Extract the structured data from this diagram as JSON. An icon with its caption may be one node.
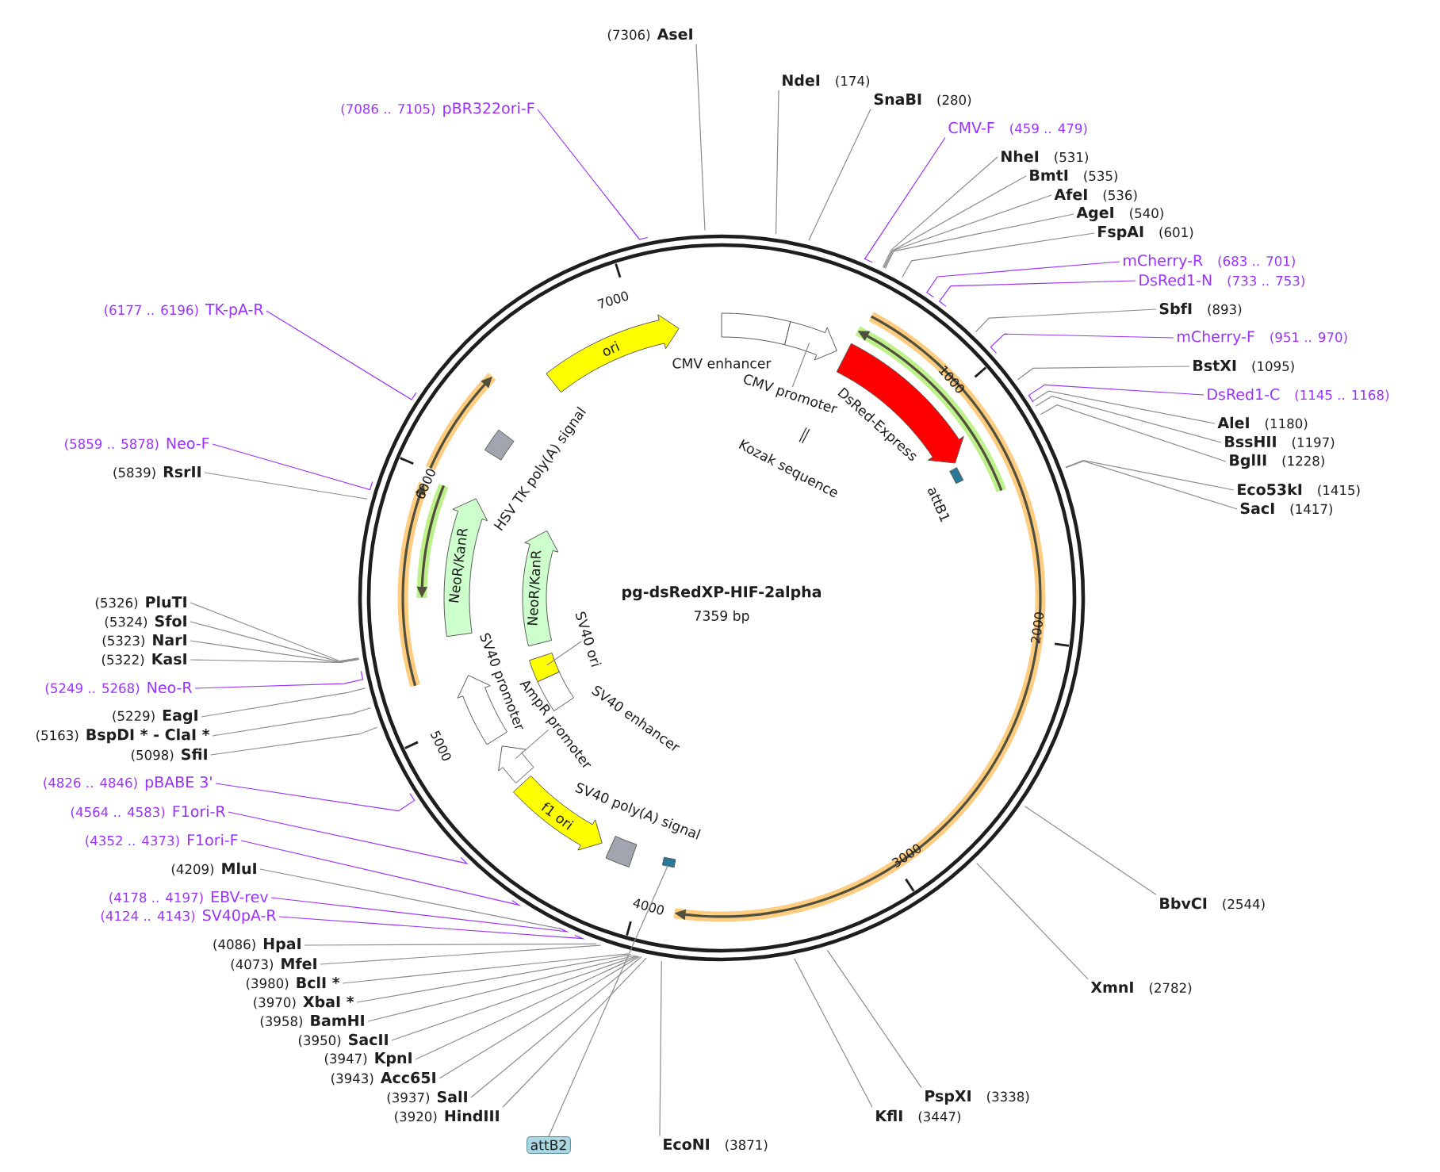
{
  "diagram": {
    "title": "pg-dsRedXP-HIF-2alpha",
    "nodes": [
      {
        "text": [
          "(7306)",
          "AseI"
        ]
      },
      {
        "text": [
          "NdeI",
          "(174)"
        ]
      },
      {
        "text": [
          "SnaBI",
          "(280)"
        ]
      },
      {
        "text": [
          "CMV-F",
          "(459 .. 479)"
        ]
      },
      {
        "text": [
          "NheI",
          "(531)"
        ]
      },
      {
        "text": [
          "BmtI",
          "(535)"
        ]
      },
      {
        "text": [
          "AfeI",
          "(536)"
        ]
      },
      {
        "text": [
          "AgeI",
          "(540)"
        ]
      },
      {
        "text": [
          "FspAI",
          "(601)"
        ]
      },
      {
        "text": [
          "mCherry-R",
          "(683 .. 701)"
        ]
      },
      {
        "text": [
          "DsRed1-N",
          "(733 .. 753)"
        ]
      },
      {
        "text": [
          "SbfI",
          "(893)"
        ]
      },
      {
        "text": [
          "mCherry-F",
          "(951 .. 970)"
        ]
      },
      {
        "text": [
          "BstXI",
          "(1095)"
        ]
      },
      {
        "text": [
          "DsRed1-C",
          "(1145 .. 1168)"
        ]
      },
      {
        "text": [
          "AleI",
          "(1180)"
        ]
      },
      {
        "text": [
          "BssHII",
          "(1197)"
        ]
      },
      {
        "text": [
          "BglII",
          "(1228)"
        ]
      },
      {
        "text": [
          "Eco53kI",
          "(1415)"
        ]
      },
      {
        "text": [
          "SacI",
          "(1417)"
        ]
      },
      {
        "text": [
          "BbvCI",
          "(2544)"
        ]
      },
      {
        "text": [
          "XmnI",
          "(2782)"
        ]
      },
      {
        "text": [
          "PspXI",
          "(3338)"
        ]
      },
      {
        "text": [
          "KflI",
          "(3447)"
        ]
      },
      {
        "text": [
          "EcoNI",
          "(3871)"
        ]
      },
      {
        "text": [
          "attB2"
        ]
      },
      {
        "text": [
          "(3920)",
          "HindIII"
        ]
      },
      {
        "text": [
          "(3937)",
          "SalI"
        ]
      },
      {
        "text": [
          "(3943)",
          "Acc65I"
        ]
      },
      {
        "text": [
          "(3947)",
          "KpnI"
        ]
      },
      {
        "text": [
          "(3950)",
          "SacII"
        ]
      },
      {
        "text": [
          "(3958)",
          "BamHI"
        ]
      },
      {
        "text": [
          "(3970)",
          "XbaI *"
        ]
      },
      {
        "text": [
          "(3980)",
          "BclI *"
        ]
      },
      {
        "text": [
          "(4073)",
          "MfeI"
        ]
      },
      {
        "text": [
          "(4086)",
          "HpaI"
        ]
      },
      {
        "text": [
          "(4124 .. 4143)",
          "SV40pA-R"
        ]
      },
      {
        "text": [
          "(4178 .. 4197)",
          "EBV-rev"
        ]
      },
      {
        "text": [
          "(4209)",
          "MluI"
        ]
      },
      {
        "text": [
          "(4352 .. 4373)",
          "F1ori-F"
        ]
      },
      {
        "text": [
          "(4564 .. 4583)",
          "F1ori-R"
        ]
      },
      {
        "text": [
          "(4826 .. 4846)",
          "pBABE 3'"
        ]
      },
      {
        "text": [
          "(5098)",
          "SfiI"
        ]
      },
      {
        "text": [
          "(5163)",
          "BspDI * - ClaI *"
        ]
      },
      {
        "text": [
          "(5229)",
          "EagI"
        ]
      },
      {
        "text": [
          "(5249 .. 5268)",
          "Neo-R"
        ]
      },
      {
        "text": [
          "(5322)",
          "KasI"
        ]
      },
      {
        "text": [
          "(5323)",
          "NarI"
        ]
      },
      {
        "text": [
          "(5324)",
          "SfoI"
        ]
      },
      {
        "text": [
          "(5326)",
          "PluTI"
        ]
      },
      {
        "text": [
          "(5839)",
          "RsrII"
        ]
      },
      {
        "text": [
          "(5859 .. 5878)",
          "Neo-F"
        ]
      },
      {
        "text": [
          "(6177 .. 6196)",
          "TK-pA-R"
        ]
      },
      {
        "text": [
          "(7086 .. 7105)",
          "pBR322ori-F"
        ]
      },
      {
        "text": [
          "ori"
        ],
        "in": 65
      },
      {
        "text": [
          "NeoR/KanR"
        ],
        "in": 65
      },
      {
        "text": [
          "NeoR/KanR"
        ],
        "in": 65
      },
      {
        "text": [
          "f1 ori"
        ],
        "in": 65
      },
      {
        "text": [
          "CMV promoter"
        ],
        "in": 65
      },
      {
        "text": [
          "SV40 ori"
        ],
        "in": 65
      },
      {
        "text": [
          "AmpR promoter"
        ],
        "in": 65
      },
      {
        "text": [],
        "shape": "box",
        "in": 65
      },
      {
        "text": [],
        "shape": "arrow",
        "in": 65
      },
      {
        "text": [],
        "shape": "box",
        "in": 65
      },
      {
        "text": [],
        "shape": "arrow",
        "in": 65
      },
      {
        "text": [],
        "shape": "circle"
      }
    ],
    "edges": [
      {
        "from": 0,
        "to": 65,
        "arrow": "none"
      },
      {
        "from": 1,
        "to": 65,
        "arrow": "none"
      },
      {
        "from": 2,
        "to": 65,
        "arrow": "none"
      },
      {
        "from": 3,
        "to": 65,
        "arrow": "none",
        "color": "#9933ff"
      },
      {
        "from": 4,
        "to": 65,
        "arrow": "none"
      },
      {
        "from": 5,
        "to": 65,
        "arrow": "none"
      },
      {
        "from": 6,
        "to": 65,
        "arrow": "none"
      },
      {
        "from": 7,
        "to": 65,
        "arrow": "none"
      },
      {
        "from": 8,
        "to": 65,
        "arrow": "none"
      },
      {
        "from": 9,
        "to": 65,
        "arrow": "none",
        "color": "#9933ff"
      },
      {
        "from": 10,
        "to": 65,
        "arrow": "none",
        "color": "#9933ff"
      },
      {
        "from": 11,
        "to": 65,
        "arrow": "none"
      },
      {
        "from": 12,
        "to": 65,
        "arrow": "none",
        "color": "#9933ff"
      },
      {
        "from": 13,
        "to": 65,
        "arrow": "none"
      },
      {
        "from": 14,
        "to": 65,
        "arrow": "none",
        "color": "#9933ff"
      },
      {
        "from": 15,
        "to": 65,
        "arrow": "none"
      },
      {
        "from": 16,
        "to": 65,
        "arrow": "none"
      },
      {
        "from": 17,
        "to": 65,
        "arrow": "none"
      },
      {
        "from": 18,
        "to": 65,
        "arrow": "none"
      },
      {
        "from": 19,
        "to": 65,
        "arrow": "none"
      },
      {
        "from": 20,
        "to": 65,
        "arrow": "none"
      },
      {
        "from": 21,
        "to": 65,
        "arrow": "none"
      },
      {
        "from": 22,
        "to": 65,
        "arrow": "none"
      },
      {
        "from": 23,
        "to": 65,
        "arrow": "none"
      },
      {
        "from": 24,
        "to": 65,
        "arrow": "none"
      },
      {
        "from": 25,
        "to": 61,
        "arrow": "none"
      },
      {
        "from": 26,
        "to": 65,
        "arrow": "none"
      },
      {
        "from": 27,
        "to": 65,
        "arrow": "none"
      },
      {
        "from": 28,
        "to": 65,
        "arrow": "none"
      },
      {
        "from": 29,
        "to": 65,
        "arrow": "none"
      },
      {
        "from": 30,
        "to": 65,
        "arrow": "none"
      },
      {
        "from": 31,
        "to": 65,
        "arrow": "none"
      },
      {
        "from": 32,
        "to": 65,
        "arrow": "none"
      },
      {
        "from": 33,
        "to": 65,
        "arrow": "none"
      },
      {
        "from": 34,
        "to": 65,
        "arrow": "none"
      },
      {
        "from": 35,
        "to": 65,
        "arrow": "none"
      },
      {
        "from": 36,
        "to": 65,
        "arrow": "none",
        "color": "#9933ff"
      },
      {
        "from": 37,
        "to": 65,
        "arrow": "none",
        "color": "#9933ff"
      },
      {
        "from": 38,
        "to": 65,
        "arrow": "none"
      },
      {
        "from": 39,
        "to": 65,
        "arrow": "none",
        "color": "#9933ff"
      },
      {
        "from": 40,
        "to": 65,
        "arrow": "none",
        "color": "#9933ff"
      },
      {
        "from": 41,
        "to": 65,
        "arrow": "none",
        "color": "#9933ff"
      },
      {
        "from": 42,
        "to": 65,
        "arrow": "none"
      },
      {
        "from": 43,
        "to": 65,
        "arrow": "none"
      },
      {
        "from": 44,
        "to": 65,
        "arrow": "none"
      },
      {
        "from": 45,
        "to": 65,
        "arrow": "none",
        "color": "#9933ff"
      },
      {
        "from": 46,
        "to": 65,
        "arrow": "none"
      },
      {
        "from": 47,
        "to": 65,
        "arrow": "none"
      },
      {
        "from": 48,
        "to": 65,
        "arrow": "none"
      },
      {
        "from": 49,
        "to": 65,
        "arrow": "none"
      },
      {
        "from": 50,
        "to": 65,
        "arrow": "none"
      },
      {
        "from": 51,
        "to": 65,
        "arrow": "none",
        "color": "#9933ff"
      },
      {
        "from": 52,
        "to": 65,
        "arrow": "none",
        "color": "#9933ff"
      },
      {
        "from": 53,
        "to": 65,
        "arrow": "none",
        "color": "#9933ff"
      },
      {
        "from": 58,
        "to": 62,
        "arrow": "none"
      },
      {
        "from": 59,
        "to": 63,
        "arrow": "none"
      },
      {
        "from": 60,
        "to": 64,
        "arrow": "none"
      }
    ],
    "labels": [
      "7359 bp",
      "1000",
      "2000",
      "3000",
      "4000",
      "5000",
      "6000",
      "7000",
      "CMV enhancer",
      "DsRed-Express",
      "Kozak sequence",
      "attB1",
      "HSV TK poly(A) signal",
      "SV40 enhancer",
      "SV40 promoter",
      "SV40 poly(A) signal"
    ]
  }
}
